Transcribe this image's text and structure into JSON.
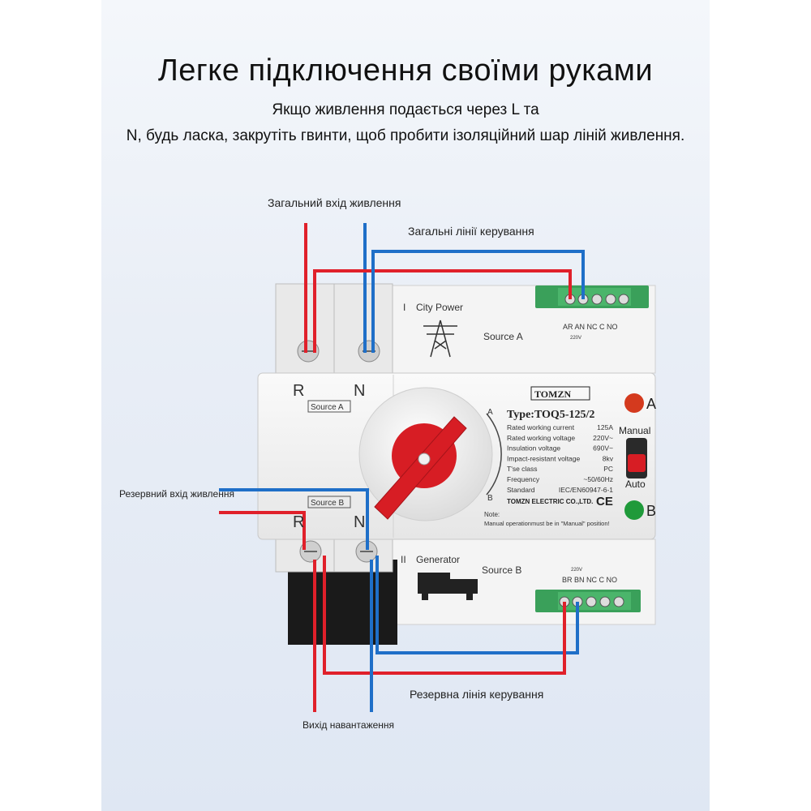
{
  "header": {
    "title": "Легке підключення своїми руками",
    "subtitle_line1": "Якщо живлення подається через L та",
    "subtitle_line2": "N, будь ласка, закрутіть гвинти, щоб пробити ізоляційний шар ліній живлення."
  },
  "callouts": {
    "main_input": "Загальний вхід живлення",
    "main_control": "Загальні лінії керування",
    "backup_input": "Резервний вхід живлення",
    "backup_control": "Резервна лінія керування",
    "load_output": "Вихід навантаження"
  },
  "device": {
    "terminal_r": "R",
    "terminal_n": "N",
    "source_a_tag": "Source A",
    "source_b_tag": "Source B",
    "city_power": "City Power",
    "source_a": "Source A",
    "generator": "Generator",
    "source_b": "Source B",
    "top_terminals": "AR AN  NC  C  NO",
    "top_voltage": "220V",
    "bottom_terminals": "BR BN  NC  C  NO",
    "bottom_voltage": "220V",
    "brand": "TOMZN",
    "type": "Type:TOQ5-125/2",
    "specs": [
      {
        "label": "Rated working current",
        "value": "125A"
      },
      {
        "label": "Rated working voltage",
        "value": "220V~"
      },
      {
        "label": "Insulation voltage",
        "value": "690V~"
      },
      {
        "label": "Impact-resistant voltage",
        "value": "8kv"
      },
      {
        "label": "T'se class",
        "value": "PC"
      },
      {
        "label": "Frequency",
        "value": "~50/60Hz"
      },
      {
        "label": "Standard",
        "value": "IEC/EN60947-6-1"
      }
    ],
    "company": "TOMZN ELECTRIC CO.,LTD.",
    "ce_mark": "CE",
    "note_title": "Note:",
    "note_text": "Manual operationmust be in \"Manual\" position!",
    "indicator_a": "A",
    "indicator_b": "B",
    "manual_label": "Manual",
    "auto_label": "Auto",
    "dial_a": "A",
    "dial_b": "B",
    "roman_1": "I",
    "roman_2": "II"
  },
  "colors": {
    "live_wire": "#e0202a",
    "neutral_wire": "#1f6fc8",
    "handle": "#d71d24",
    "terminal_green": "#3aa05a",
    "indicator_a": "#d43a1e",
    "indicator_b": "#1f9a3a"
  }
}
